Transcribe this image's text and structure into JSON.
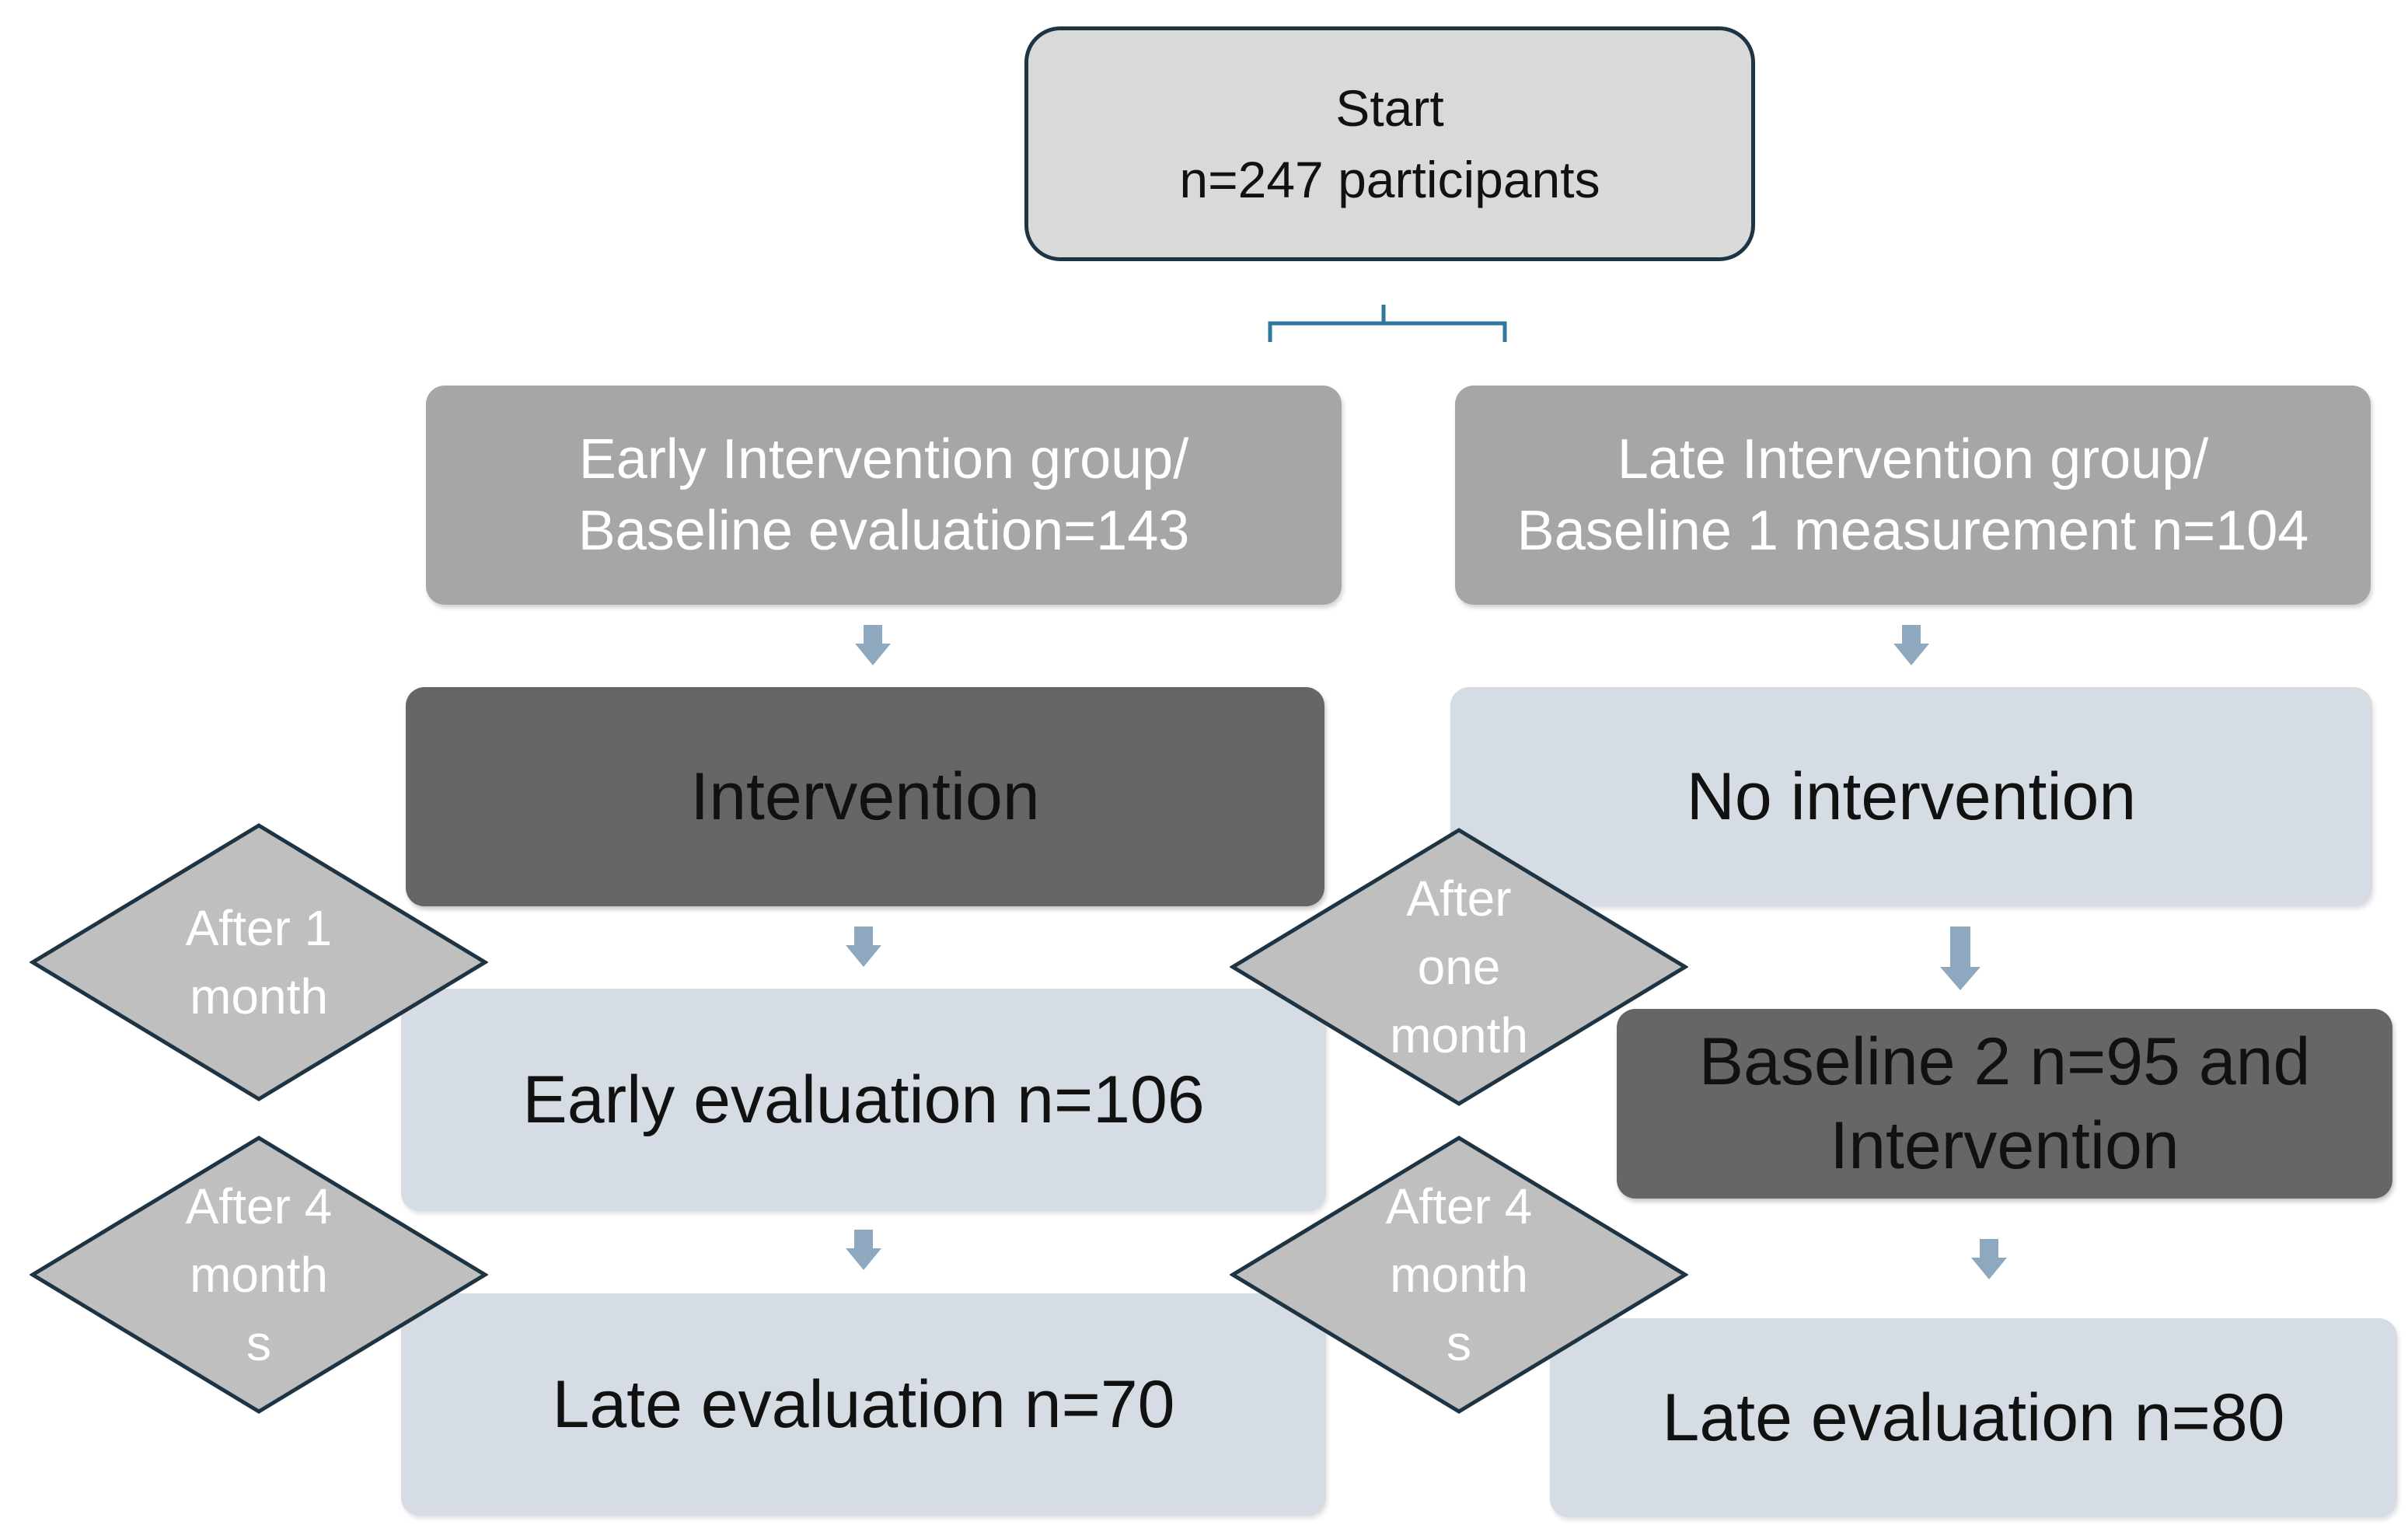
{
  "start": {
    "line1": "Start",
    "line2": "n=247 participants"
  },
  "early_group": {
    "line1": "Early Intervention group/",
    "line2": "Baseline evaluation=143"
  },
  "late_group": {
    "line1": "Late Intervention group/",
    "line2": "Baseline 1 measurement n=104"
  },
  "intervention": "Intervention",
  "no_intervention": "No intervention",
  "early_evaluation": "Early evaluation n=106",
  "late_evaluation_left": "Late evaluation n=70",
  "baseline2": {
    "line1": "Baseline 2 n=95 and",
    "line2": "Intervention"
  },
  "late_evaluation_right": "Late evaluation n=80",
  "diamonds": {
    "after_1_month": [
      "After 1",
      "month"
    ],
    "after_one_month": [
      "After",
      "one",
      "month"
    ],
    "after_4_months_left": [
      "After 4",
      "month",
      "s"
    ],
    "after_4_months_right": [
      "After 4",
      "month",
      "s"
    ]
  },
  "colors": {
    "dark_box": "#666666",
    "group_box": "#a6a6a6",
    "light_box": "#d6dce4",
    "start_box": "#d9d9d9",
    "diamond_fill": "#bfbfbf",
    "diamond_stroke": "#1f3443",
    "arrow": "#8ea9bf",
    "bracket": "#2e7a9c"
  }
}
